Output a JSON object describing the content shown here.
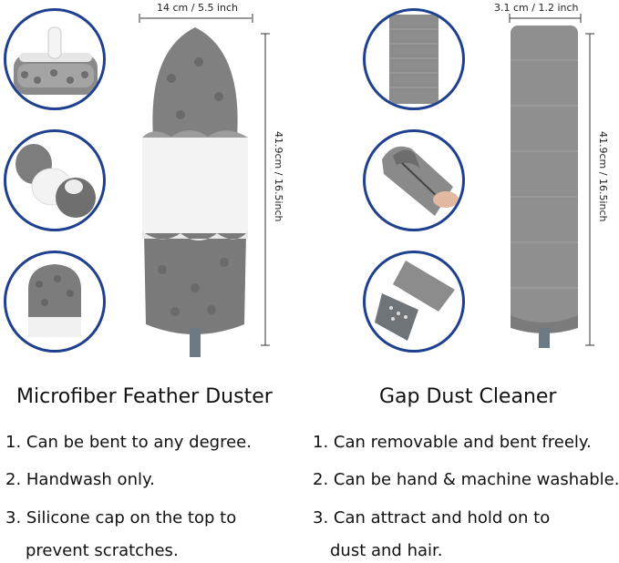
{
  "left": {
    "width_label": "14 cm / 5.5 inch",
    "height_label": "41.9cm / 16.5inch",
    "title": "Microfiber Feather Duster",
    "features": [
      "1. Can be bent to any degree.",
      "2. Handwash only.",
      "3. Silicone cap on the top to",
      "prevent scratches."
    ]
  },
  "right": {
    "width_label": "3.1 cm / 1.2 inch",
    "height_label": "41.9cm / 16.5inch",
    "title": "Gap Dust Cleaner",
    "features": [
      "1. Can removable and bent freely.",
      "2. Can be hand & machine washable.",
      "3. Can attract and hold on to",
      "dust and hair."
    ]
  },
  "colors": {
    "circle_border": "#1f3f8f",
    "microfiber_gray": "#7d7d7d",
    "microfiber_white": "#f2f2f2",
    "cleaner_gray": "#8c8c8c"
  }
}
